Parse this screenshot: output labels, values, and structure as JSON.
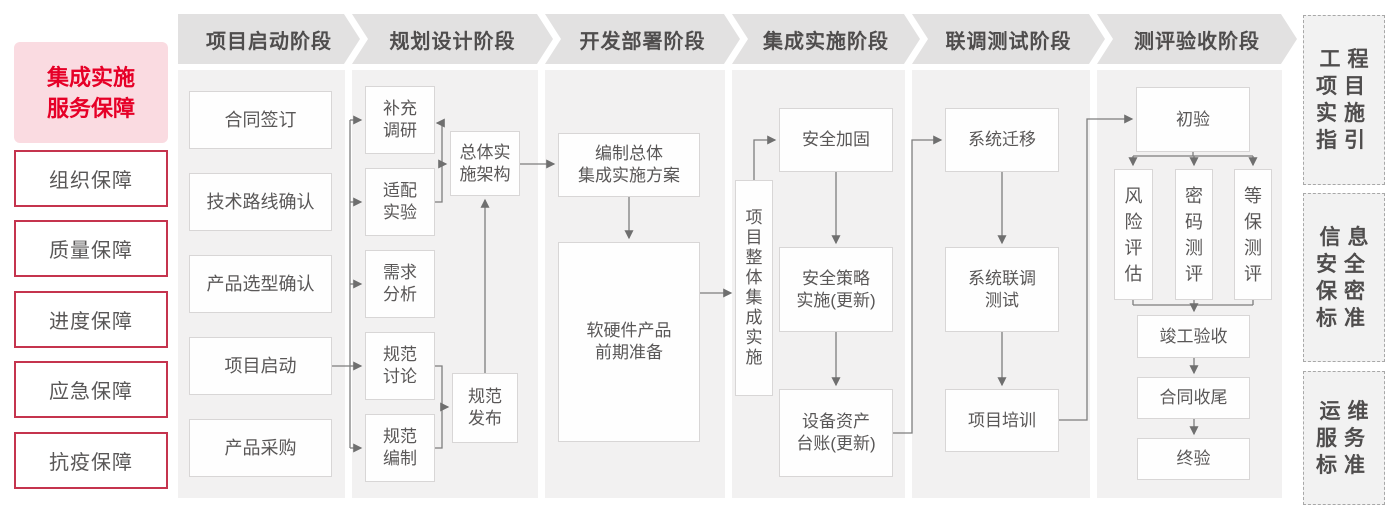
{
  "colors": {
    "accent_red": "#e60027",
    "pink_bg": "#fadbe1",
    "red_border": "#c5344e",
    "header_fill": "#e2e1e1",
    "panel_fill": "#f2f1f1",
    "box_border": "#d8d6d6",
    "text_gray": "#595757",
    "line_gray": "#7e7e7e"
  },
  "sidebar_left": {
    "title": "集成实施\n服务保障",
    "items": [
      "组织保障",
      "质量保障",
      "进度保障",
      "应急保障",
      "抗疫保障"
    ]
  },
  "phases": [
    {
      "label": "项目启动阶段",
      "boxes": [
        "合同签订",
        "技术路线确认",
        "产品选型确认",
        "项目启动",
        "产品采购"
      ]
    },
    {
      "label": "规划设计阶段",
      "boxes": [
        "补充\n调研",
        "适配\n实验",
        "需求\n分析",
        "规范\n讨论",
        "规范\n编制",
        "总体实\n施架构",
        "规范\n发布"
      ]
    },
    {
      "label": "开发部署阶段",
      "boxes": [
        "编制总体\n集成实施方案",
        "软硬件产品\n前期准备"
      ]
    },
    {
      "label": "集成实施阶段",
      "boxes": [
        "项\n目\n整\n体\n集\n成\n实\n施",
        "安全加固",
        "安全策略\n实施(更新)",
        "设备资产\n台账(更新)"
      ]
    },
    {
      "label": "联调测试阶段",
      "boxes": [
        "系统迁移",
        "系统联调\n测试",
        "项目培训"
      ]
    },
    {
      "label": "测评验收阶段",
      "boxes": [
        "初验",
        "风\n险\n评\n估",
        "密\n码\n测\n评",
        "等\n保\n测\n评",
        "竣工验收",
        "合同收尾",
        "终验"
      ]
    }
  ],
  "sidebar_right": {
    "items": [
      "工程\n项目\n实施\n指引",
      "信息\n安全\n保密\n标准",
      "运维\n服务\n标准"
    ]
  }
}
